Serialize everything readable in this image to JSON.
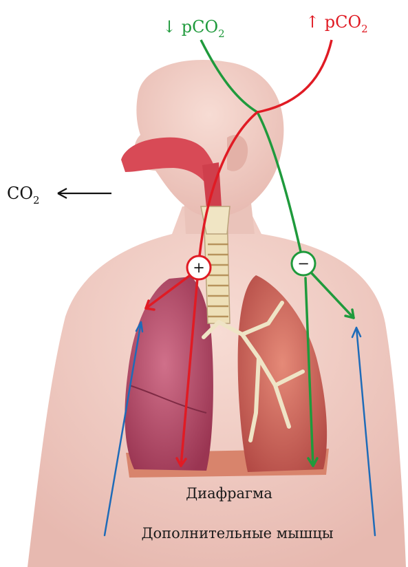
{
  "labels": {
    "co2_low": "↓ pCO",
    "co2_high": "↑ pCO",
    "co2_exhale": "CO",
    "co2_subscript": "2",
    "diaphragm": "Диафрагма",
    "accessory_muscles": "Дополнительные мышцы",
    "plus_sign": "+",
    "minus_sign": "−"
  },
  "colors": {
    "decrease": "#1f9a3c",
    "increase": "#e01b24",
    "accessory_arrow": "#1e6bb8",
    "exhale_arrow": "#111111",
    "skin": "#ecc7bf",
    "lung_left": "#b54868",
    "lung_right": "#c85a50",
    "airway": "#d84a56",
    "trachea": "#eee0b8",
    "diaphragm": "#d8846c"
  },
  "icons": {
    "plus_node": "plus-circle-icon",
    "minus_node": "minus-circle-icon"
  }
}
